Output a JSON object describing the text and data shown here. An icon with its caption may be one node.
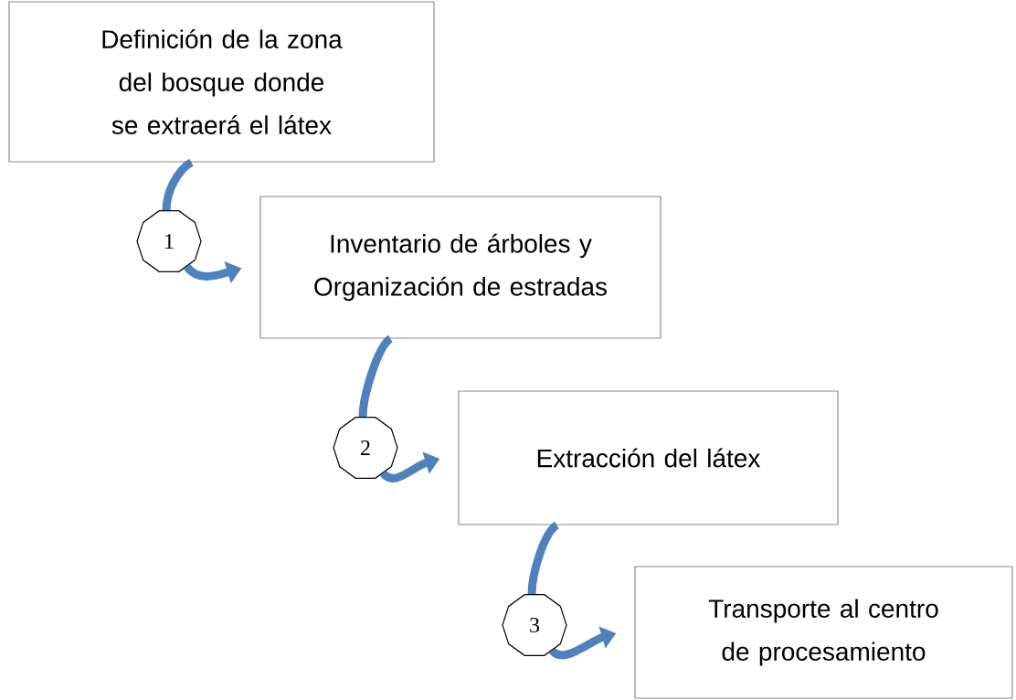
{
  "diagram": {
    "nodes": [
      {
        "text": [
          "Definición de la zona del bosque donde se extraerá el látex"
        ]
      },
      {
        "text": [
          "1"
        ]
      },
      {
        "text": [
          "Inventario de árboles y Organización de estradas"
        ]
      },
      {
        "text": [
          "2"
        ]
      },
      {
        "text": [
          "Extracción del látex"
        ]
      },
      {
        "text": [
          "3"
        ]
      },
      {
        "text": [
          "Transporte al centro de procesamiento"
        ]
      }
    ],
    "edges": [
      {
        "from": 0,
        "to": 1,
        "arrow": "none"
      },
      {
        "from": 1,
        "to": 2,
        "arrow": "to"
      },
      {
        "from": 2,
        "to": 3,
        "arrow": "none"
      },
      {
        "from": 3,
        "to": 4,
        "arrow": "to"
      },
      {
        "from": 4,
        "to": 5,
        "arrow": "none"
      },
      {
        "from": 5,
        "to": 6,
        "arrow": "to"
      }
    ]
  }
}
